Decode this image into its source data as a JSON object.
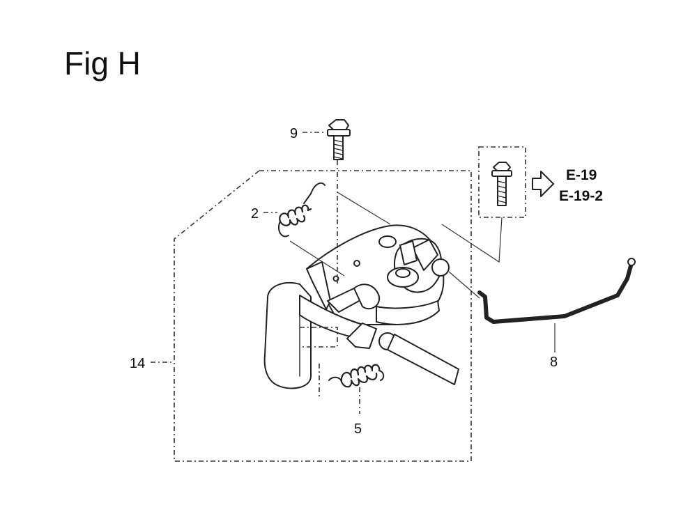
{
  "figure": {
    "title": "Fig H"
  },
  "callouts": {
    "c9": "9",
    "c2": "2",
    "c14": "14",
    "c5": "5",
    "c8": "8"
  },
  "references": {
    "ref1": "E-19",
    "ref2": "E-19-2"
  }
}
